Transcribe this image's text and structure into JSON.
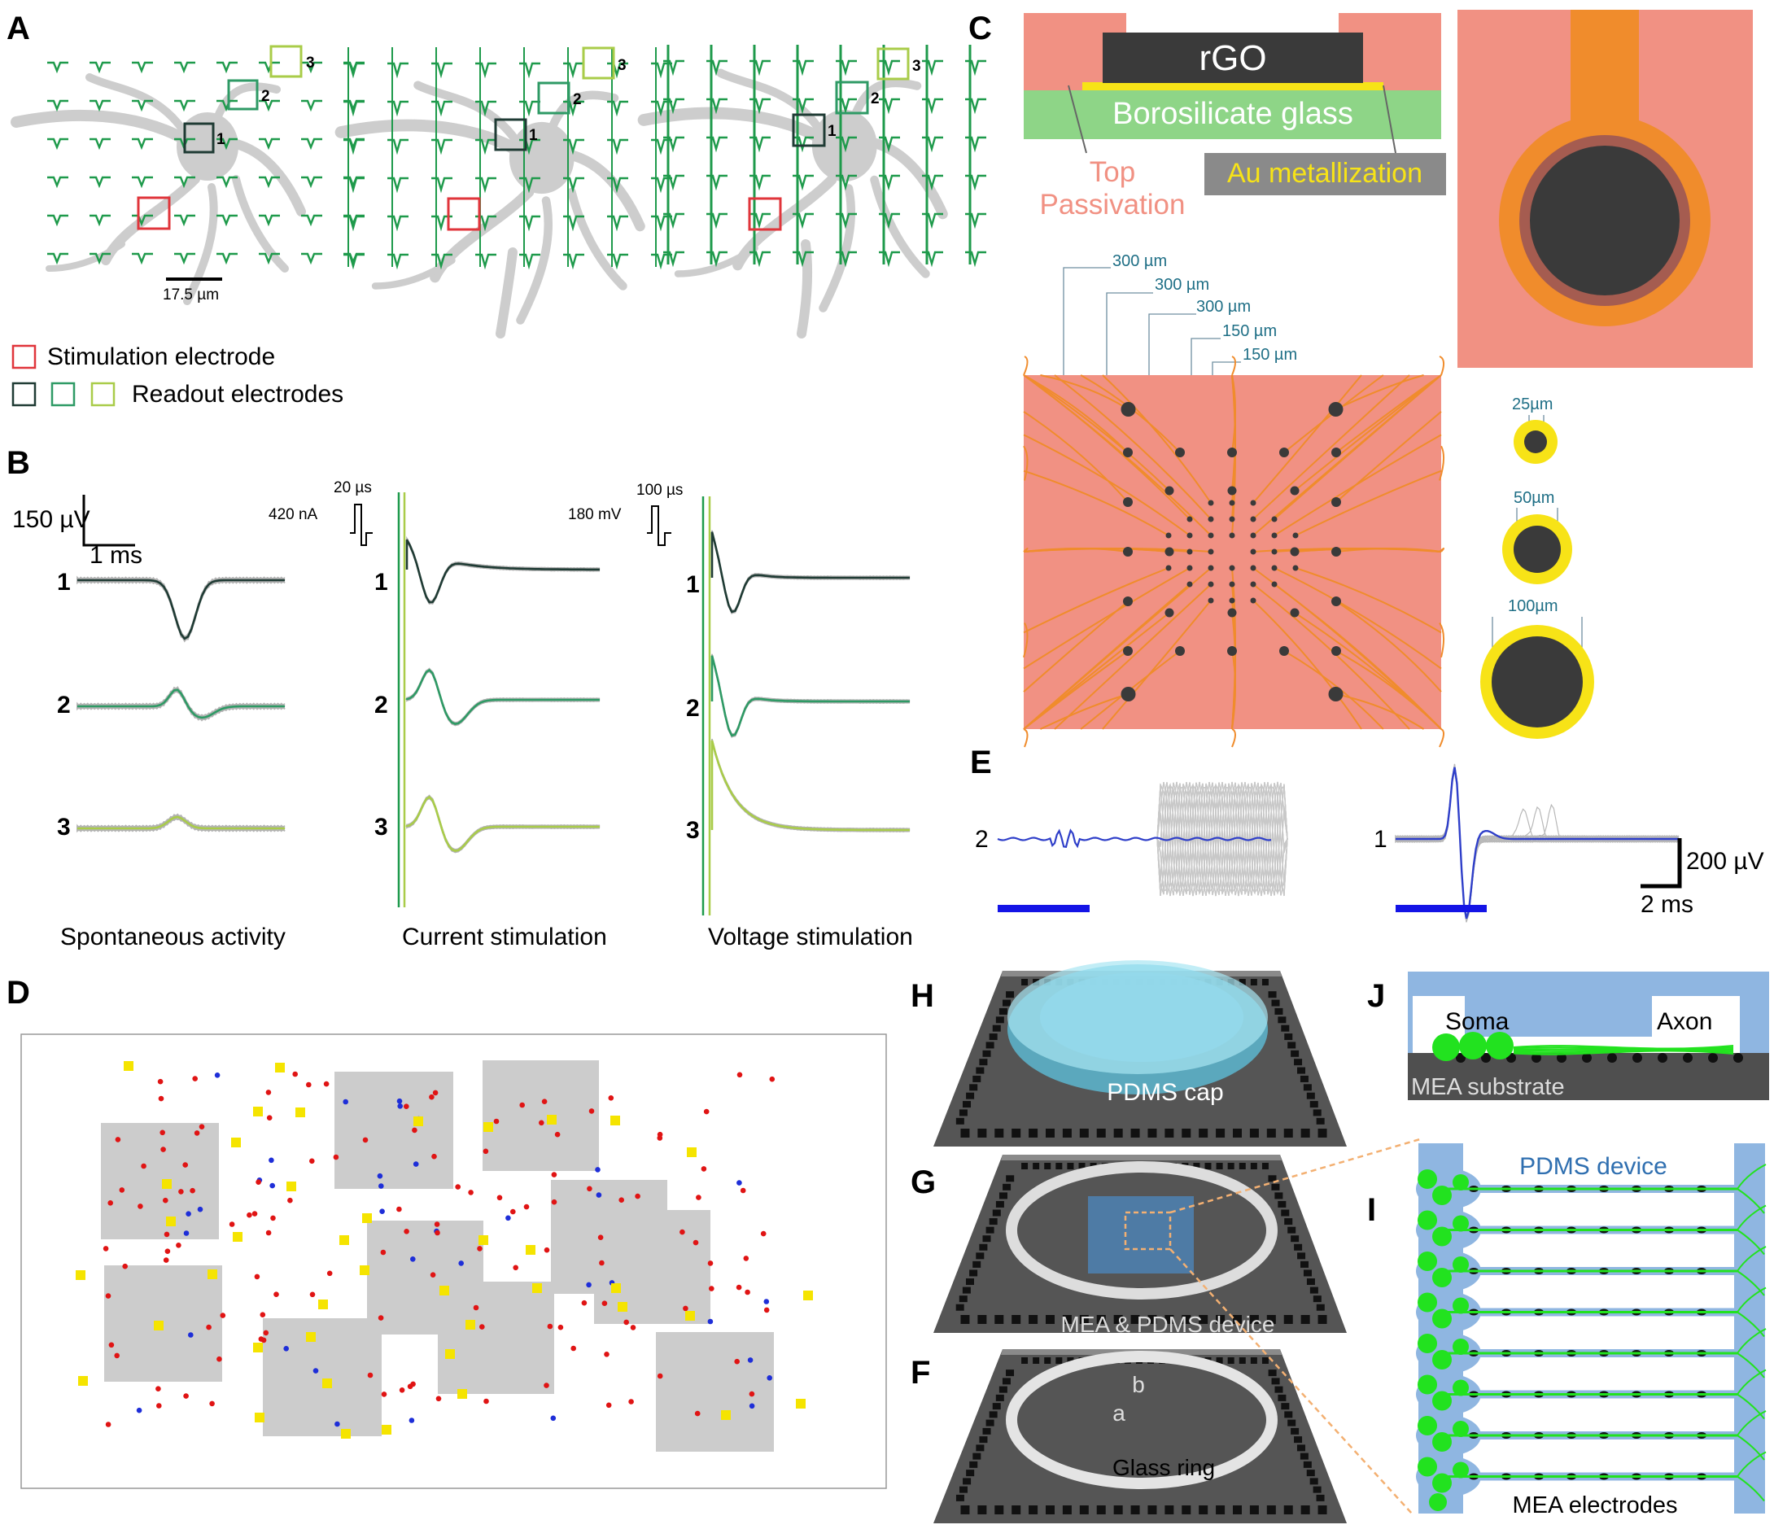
{
  "panel_labels": {
    "a": "A",
    "b": "B",
    "c": "C",
    "d": "D",
    "e": "E",
    "f": "F",
    "g": "G",
    "h": "H",
    "i": "I",
    "j": "J"
  },
  "panel_a": {
    "scale_bar": "17.5 µm",
    "electrode_numbers": [
      "1",
      "2",
      "3"
    ],
    "legend": {
      "stimulation": "Stimulation electrode",
      "readout": "Readout electrodes"
    }
  },
  "panel_b": {
    "scale_y": "150 µV",
    "scale_x": "1 ms",
    "current_pulse": {
      "duration": "20 µs",
      "amplitude": "420 nA"
    },
    "voltage_pulse": {
      "duration": "100 µs",
      "amplitude": "180 mV"
    },
    "trace_labels": [
      "1",
      "2",
      "3"
    ],
    "captions": [
      "Spontaneous activity",
      "Current stimulation",
      "Voltage stimulation"
    ]
  },
  "panel_c": {
    "rgo": "rGO",
    "glass": "Borosilicate glass",
    "passivation_line1": "Top",
    "passivation_line2": "Passivation",
    "metallization": "Au metallization",
    "pitches": [
      "300 µm",
      "300 µm",
      "300 µm",
      "150 µm",
      "150 µm"
    ],
    "diameters": [
      "25µm",
      "50µm",
      "100µm"
    ]
  },
  "panel_e": {
    "left_label": "2",
    "right_label": "1",
    "scale_y": "200 µV",
    "scale_x": "2 ms"
  },
  "panel_f": {
    "label_a": "a",
    "label_b": "b",
    "caption": "Glass ring"
  },
  "panel_g": {
    "caption": "MEA & PDMS device"
  },
  "panel_h": {
    "caption": "PDMS cap"
  },
  "panel_i": {
    "device": "PDMS device",
    "electrodes": "MEA electrodes"
  },
  "panel_j": {
    "soma": "Soma",
    "axon": "Axon",
    "substrate": "MEA substrate"
  },
  "colors": {
    "stim_red": "#e0353b",
    "readout_dark": "#1f3b34",
    "readout_mid": "#2e9a65",
    "readout_light": "#a9cc49",
    "trace_green": "#1e9a4b",
    "passivation": "#f19183",
    "au_yellow": "#f7e317",
    "glass_green": "#8ed587",
    "rgo_dark": "#3a3a3a",
    "orange_track": "#f08c2c",
    "pdms_blue": "#8fb6e1",
    "neuron_green": "#22e21f",
    "stim_bar_blue": "#1414e6",
    "dot_red": "#e01414",
    "dot_blue": "#1e2ed8",
    "dot_yellow": "#f5e400"
  }
}
